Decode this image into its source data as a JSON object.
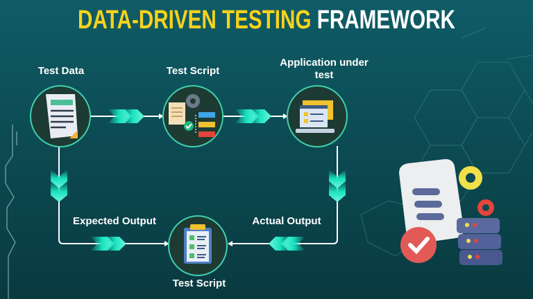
{
  "title": {
    "part1": "DATA-DRIVEN TESTING",
    "part2": "FRAMEWORK"
  },
  "nodes": {
    "test_data": "Test Data",
    "test_script": "Test Script",
    "app_line1": "Application under",
    "app_line2": "test",
    "expected_output": "Expected Output",
    "actual_output": "Actual Output",
    "test_script_result": "Test Script"
  },
  "colors": {
    "accent_yellow": "#f7d21c",
    "arrow_cyan": "#19e3c0",
    "circle_border": "#3fd1b0",
    "circle_fill": "#1d3b33"
  }
}
